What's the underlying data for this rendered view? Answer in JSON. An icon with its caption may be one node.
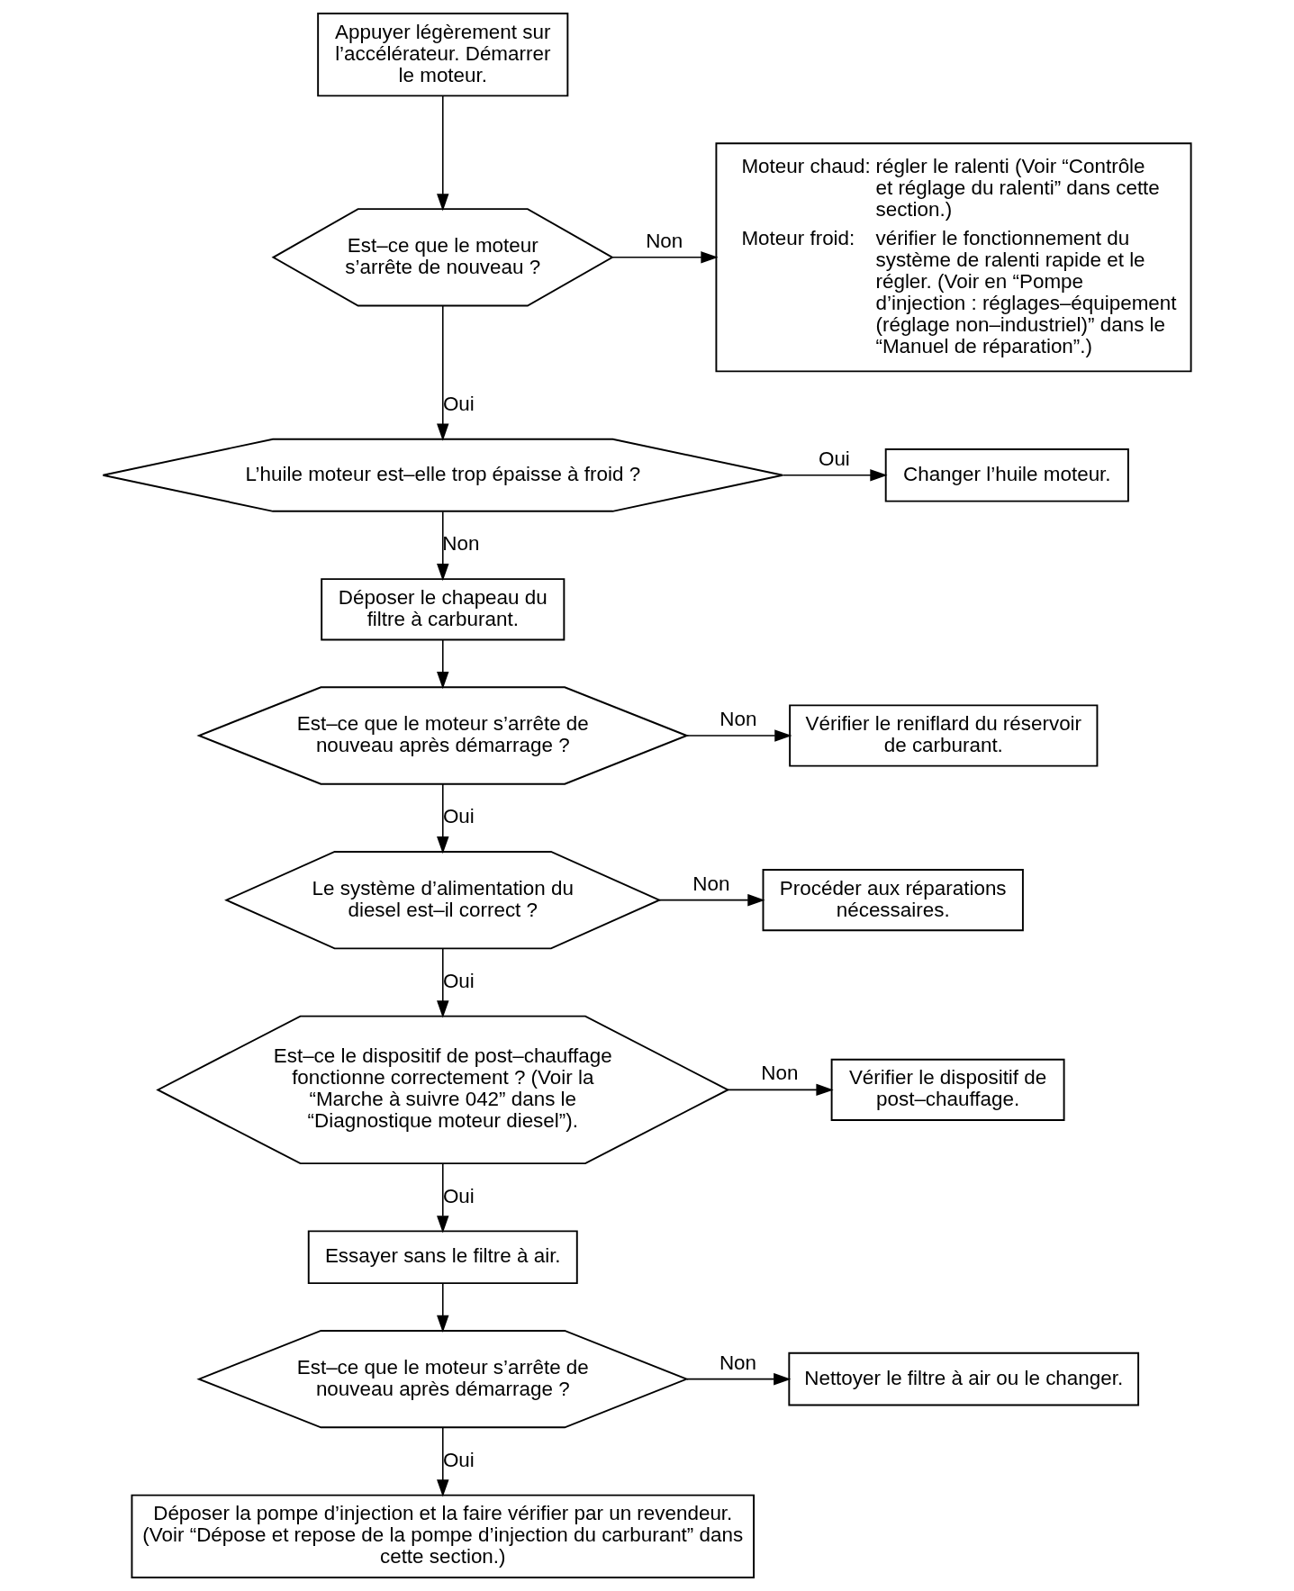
{
  "diagram": {
    "nodes": [
      {
        "text": [
          "Appuyer légèrement sur l’accélérateur. Démarrer le moteur."
        ]
      },
      {
        "text": [
          "Est–ce que le moteur s’arrête de nouveau ?"
        ]
      },
      {
        "text": [
          "Moteur chaud:",
          "régler le ralenti (Voir “Contrôle et réglage du ralenti” dans cette section.)",
          "Moteur froid:",
          "vérifier le fonctionnement du système de ralenti rapide et le régler. (Voir en “Pompe d’injection : réglages–équipement (réglage non–industriel)” dans le “Manuel de réparation”.)"
        ]
      },
      {
        "text": [
          "L’huile moteur est–elle trop épaisse à froid ?"
        ]
      },
      {
        "text": [
          "Changer l’huile moteur."
        ]
      },
      {
        "text": [
          "Déposer le chapeau du filtre à carburant."
        ]
      },
      {
        "text": [
          "Est–ce que le moteur s’arrête de nouveau après démarrage ?"
        ]
      },
      {
        "text": [
          "Vérifier le reniflard du réservoir de carburant."
        ]
      },
      {
        "text": [
          "Le système d’alimentation du diesel est–il correct ?"
        ]
      },
      {
        "text": [
          "Procéder aux réparations nécessaires."
        ]
      },
      {
        "text": [
          "Est–ce le dispositif de post–chauffage fonctionne correctement ? (Voir la “Marche à suivre 042” dans le “Diagnostique moteur diesel”)."
        ]
      },
      {
        "text": [
          "Vérifier le dispositif de post–chauffage."
        ]
      },
      {
        "text": [
          "Essayer sans le filtre à air."
        ]
      },
      {
        "text": [
          "Est–ce que le moteur s’arrête de nouveau après démarrage ?"
        ]
      },
      {
        "text": [
          "Nettoyer le filtre à air ou le changer."
        ]
      },
      {
        "text": [
          "Déposer la pompe d’injection et la faire vérifier par un revendeur. (Voir “Dépose et repose de la pompe d’injection du carburant” dans cette section.)"
        ]
      }
    ],
    "edges": [
      {
        "from": 0,
        "to": 1,
        "arrow": "to"
      },
      {
        "from": 1,
        "to": 2,
        "arrow": "to",
        "label": "Non"
      },
      {
        "from": 1,
        "to": 3,
        "arrow": "to",
        "label": "Oui"
      },
      {
        "from": 3,
        "to": 4,
        "arrow": "to",
        "label": "Oui"
      },
      {
        "from": 3,
        "to": 5,
        "arrow": "to",
        "label": "Non"
      },
      {
        "from": 5,
        "to": 6,
        "arrow": "to"
      },
      {
        "from": 6,
        "to": 7,
        "arrow": "to",
        "label": "Non"
      },
      {
        "from": 6,
        "to": 8,
        "arrow": "to",
        "label": "Oui"
      },
      {
        "from": 8,
        "to": 9,
        "arrow": "to",
        "label": "Non"
      },
      {
        "from": 8,
        "to": 10,
        "arrow": "to",
        "label": "Oui"
      },
      {
        "from": 10,
        "to": 11,
        "arrow": "to",
        "label": "Non"
      },
      {
        "from": 10,
        "to": 12,
        "arrow": "to",
        "label": "Oui"
      },
      {
        "from": 12,
        "to": 13,
        "arrow": "to"
      },
      {
        "from": 13,
        "to": 14,
        "arrow": "to",
        "label": "Non"
      },
      {
        "from": 13,
        "to": 15,
        "arrow": "to",
        "label": "Oui"
      }
    ]
  }
}
